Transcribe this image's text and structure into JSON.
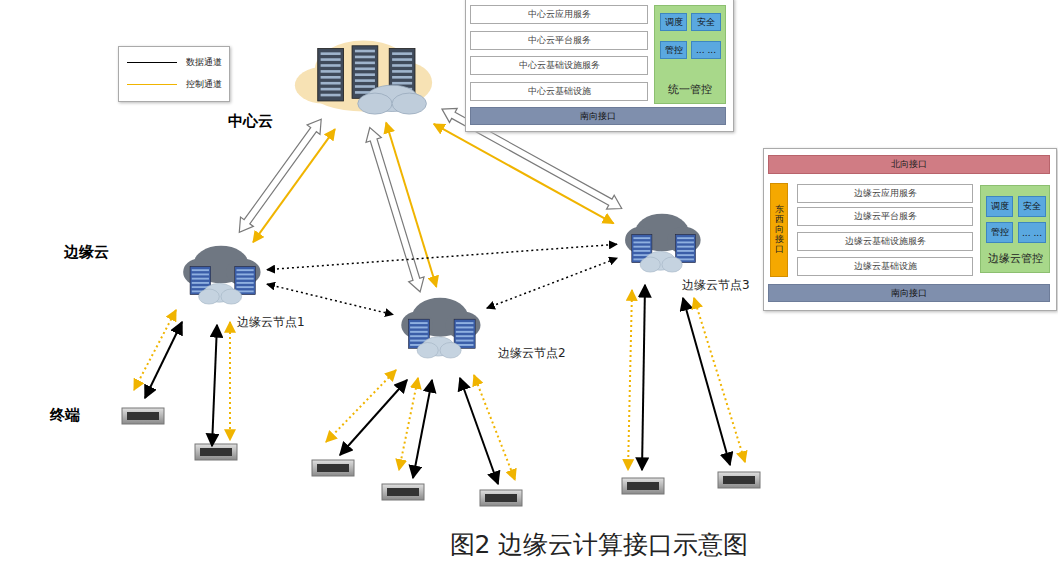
{
  "diagram": {
    "caption": "图2 边缘云计算接口示意图",
    "nodes": [
      {
        "text": [
          "中心云应用服务"
        ]
      },
      {
        "text": [
          "中心云平台服务"
        ]
      },
      {
        "text": [
          "中心云基础设施服务"
        ]
      },
      {
        "text": [
          "中心云基础设施"
        ]
      },
      {
        "text": [
          "统一管控"
        ]
      },
      {
        "text": [
          "调度"
        ],
        "in": 4
      },
      {
        "text": [
          "安全"
        ],
        "in": 4
      },
      {
        "text": [
          "管控"
        ],
        "in": 4
      },
      {
        "text": [
          "... ..."
        ],
        "in": 4
      },
      {
        "text": [
          "南向接口"
        ]
      },
      {
        "text": [
          "中心云"
        ]
      },
      {
        "text": [
          "北向接口"
        ]
      },
      {
        "text": [
          "东西向接口"
        ]
      },
      {
        "text": [
          "边缘云应用服务"
        ]
      },
      {
        "text": [
          "边缘云平台服务"
        ]
      },
      {
        "text": [
          "边缘云基础设施服务"
        ]
      },
      {
        "text": [
          "边缘云基础设施"
        ]
      },
      {
        "text": [
          "边缘云管控"
        ]
      },
      {
        "text": [
          "调度"
        ],
        "in": 17
      },
      {
        "text": [
          "安全"
        ],
        "in": 17
      },
      {
        "text": [
          "管控"
        ],
        "in": 17
      },
      {
        "text": [
          "... ..."
        ],
        "in": 17
      },
      {
        "text": [
          "南向接口"
        ]
      },
      {
        "text": [
          "边缘云节点1"
        ]
      },
      {
        "text": [
          "边缘云节点2"
        ]
      },
      {
        "text": [
          "边缘云节点3"
        ]
      }
    ],
    "edges": [
      {
        "from": 10,
        "to": 23,
        "arrow": "both"
      },
      {
        "from": 10,
        "to": 23,
        "arrow": "both"
      },
      {
        "from": 10,
        "to": 24,
        "arrow": "both"
      },
      {
        "from": 10,
        "to": 24,
        "arrow": "both"
      },
      {
        "from": 10,
        "to": 25,
        "arrow": "both"
      },
      {
        "from": 10,
        "to": 25,
        "arrow": "both"
      },
      {
        "from": 23,
        "to": 25,
        "arrow": "both"
      },
      {
        "from": 23,
        "to": 24,
        "arrow": "both"
      },
      {
        "from": 24,
        "to": 25,
        "arrow": "both"
      }
    ],
    "labels": [
      "边缘云",
      "终端"
    ],
    "legend": [
      {
        "text": "数据通道"
      },
      {
        "text": "控制通道"
      }
    ]
  }
}
